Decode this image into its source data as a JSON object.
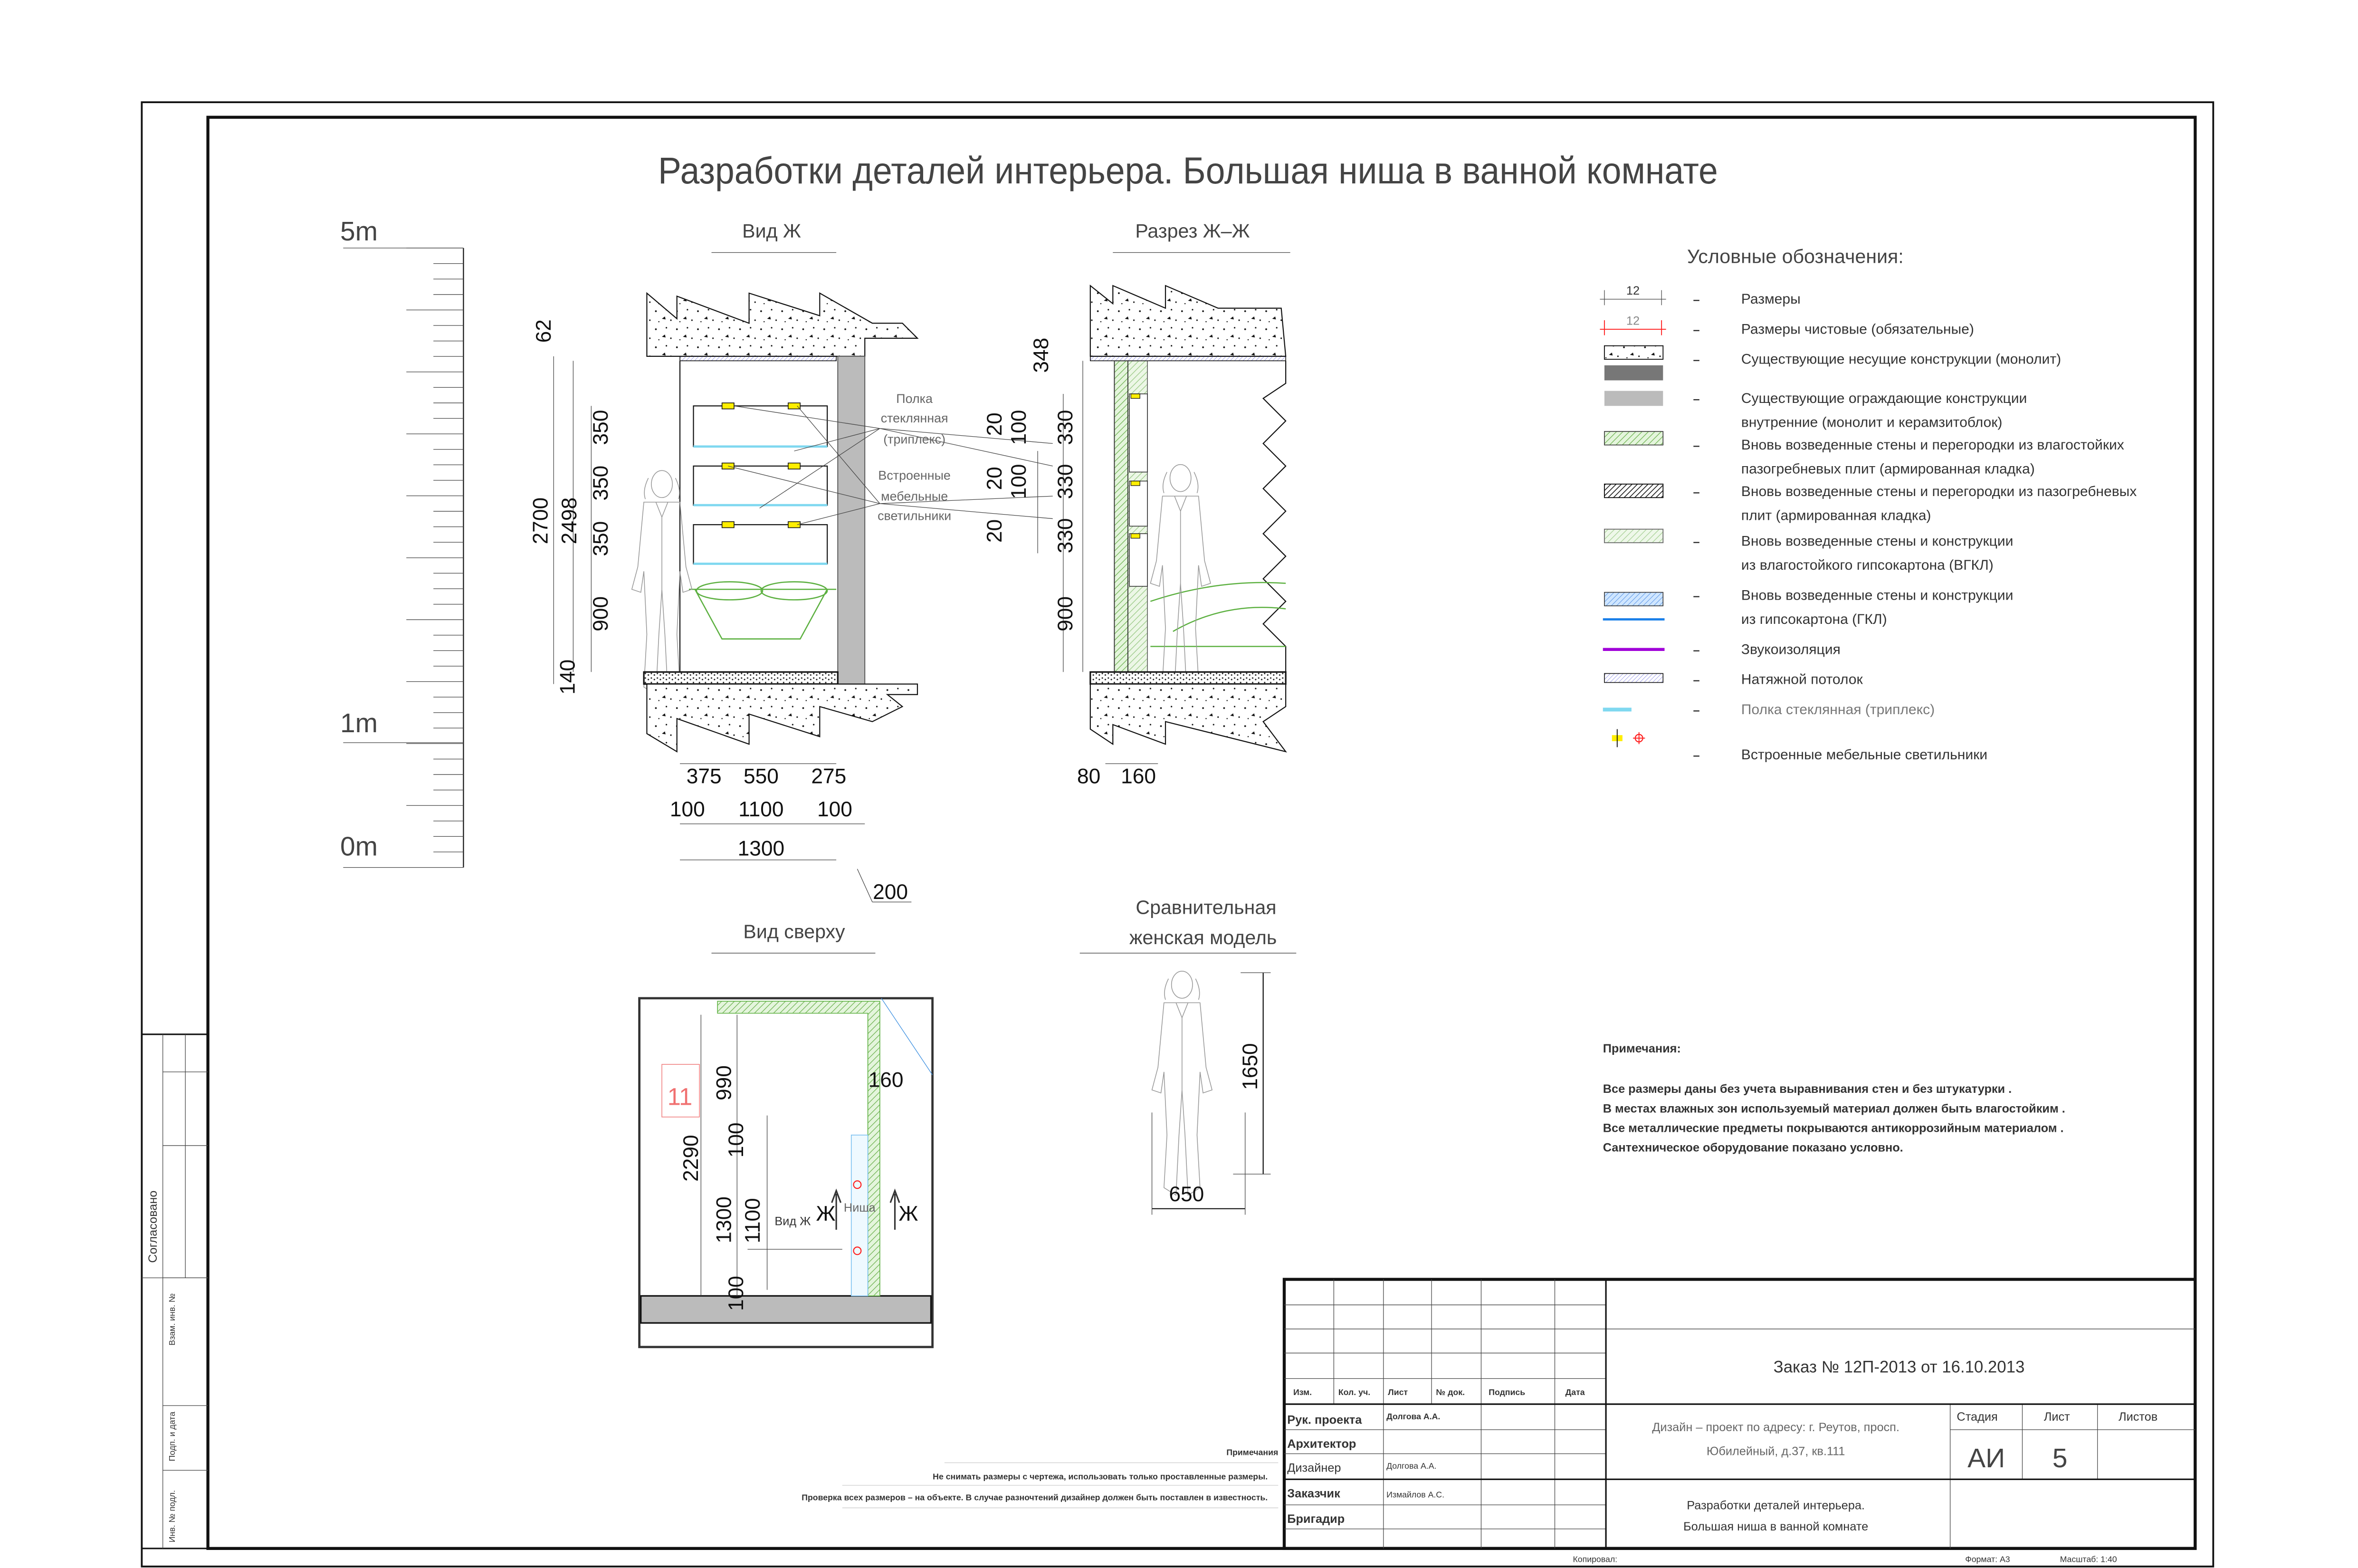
{
  "title": "Разработки деталей интерьера. Большая ниша в ванной комнате",
  "scale_ruler": {
    "labels": [
      "5m",
      "1m",
      "0m"
    ]
  },
  "view_zh": {
    "title": "Вид Ж",
    "dims": {
      "d62": "62",
      "d2700": "2700",
      "d2498": "2498",
      "d350a": "350",
      "d350b": "350",
      "d350c": "350",
      "d900": "900",
      "d140": "140",
      "d375": "375",
      "d550": "550",
      "d275": "275",
      "d100a": "100",
      "d1100": "1100",
      "d100b": "100",
      "d1300": "1300",
      "d200": "200"
    },
    "callout_shelf": [
      "Полка",
      "стеклянная",
      "(триплекс)"
    ],
    "callout_lights": [
      "Встроенные",
      "мебельные",
      "светильники"
    ]
  },
  "section": {
    "title": "Разрез Ж–Ж",
    "dims": {
      "d348": "348",
      "d20a": "20",
      "d100a": "100",
      "d330a": "330",
      "d20b": "20",
      "d100b": "100",
      "d330b": "330",
      "d20c": "20",
      "d330c": "330",
      "d900": "900",
      "d80": "80",
      "d160": "160"
    }
  },
  "top_view": {
    "title": "Вид сверху",
    "dims": {
      "d990": "990",
      "d2290": "2290",
      "d160": "160",
      "d100a": "100",
      "d1300": "1300",
      "d1100": "1100",
      "d100b": "100"
    },
    "room_number": "11",
    "view_label": "Вид Ж",
    "niche_label": "Ниша",
    "section_mark_left": "Ж",
    "section_mark_right": "Ж"
  },
  "model": {
    "title": [
      "Сравнительная",
      "женская модель"
    ],
    "height": "1650",
    "width": "650"
  },
  "legend": {
    "title": "Условные обозначения:",
    "dash": "–",
    "sample_dim": "12",
    "items": [
      {
        "lines": [
          "Размеры"
        ]
      },
      {
        "lines": [
          "Размеры чистовые (обязательные)"
        ]
      },
      {
        "lines": [
          "Существующие несущие конструкции  (монолит)"
        ]
      },
      {
        "lines": [
          "Существующие ограждающие конструкции",
          "внутренние (монолит и керамзитоблок)"
        ]
      },
      {
        "lines": [
          "Вновь возведенные стены и перегородки из влагостойких",
          "пазогребневых плит (армированная кладка)"
        ]
      },
      {
        "lines": [
          "Вновь возведенные стены и перегородки из пазогребневых",
          "плит (армированная кладка)"
        ]
      },
      {
        "lines": [
          "Вновь возведенные стены и конструкции",
          "из влагостойкого гипсокартона (ВГКЛ)"
        ]
      },
      {
        "lines": [
          "Вновь возведенные стены и конструкции",
          "из гипсокартона (ГКЛ)"
        ]
      },
      {
        "lines": [
          "Звукоизоляция"
        ]
      },
      {
        "lines": [
          "Натяжной потолок"
        ]
      },
      {
        "lines": [
          "Полка стеклянная (триплекс)"
        ]
      },
      {
        "lines": [
          "Встроенные мебельные светильники"
        ]
      }
    ],
    "colors": {
      "red": "#ff2020",
      "green": "#9ad27a",
      "blue": "#1a7fe8",
      "purple": "#a000d8",
      "cyan": "#7fd8f0",
      "yellow": "#ffee00",
      "gray_dark": "#777777",
      "gray_light": "#bbbbbb"
    }
  },
  "notes": {
    "title": "Примечания:",
    "lines": [
      "Все размеры даны без учета выравнивания стен и без штукатурки .",
      "В местах влажных зон используемый материал должен быть влагостойким .",
      "Все металлические предметы покрываются антикоррозийным материалом .",
      "Сантехническое оборудование показано условно."
    ]
  },
  "stamp_notes": {
    "title": "Примечания",
    "line1": "Не снимать размеры с чертежа, использовать только проставленные размеры.",
    "line2": "Проверка всех размеров – на объекте.  В случае разночтений дизайнер должен быть поставлен в известность."
  },
  "side_stamp": {
    "agreed": "Согласовано",
    "replace_inv": "Взам. инв. №",
    "sign_date": "Подп. и дата",
    "inv_orig": "Инв. № подл."
  },
  "title_block": {
    "headers": [
      "Изм.",
      "Кол. уч.",
      "Лист",
      "№ док.",
      "Подпись",
      "Дата"
    ],
    "roles": [
      "Рук. проекта",
      "Архитектор",
      "Дизайнер",
      "Заказчик",
      "Бригадир"
    ],
    "names": {
      "lead": "Долгова А.А.",
      "designer": "Долгова А.А.",
      "client": "Измайлов А.С."
    },
    "order": "Заказ № 12П-2013 от 16.10.2013",
    "address": [
      "Дизайн – проект по адресу: г. Реутов, просп.",
      "Юбилейный, д.37, кв.111"
    ],
    "sheet_title": [
      "Разработки деталей интерьера.",
      "Большая ниша в ванной комнате"
    ],
    "stage_label": "Стадия",
    "sheet_label": "Лист",
    "sheets_label": "Листов",
    "stage": "АИ",
    "sheet": "5",
    "copied": "Копировал:",
    "format": "Формат: А3",
    "scale": "Масштаб: 1:40"
  }
}
